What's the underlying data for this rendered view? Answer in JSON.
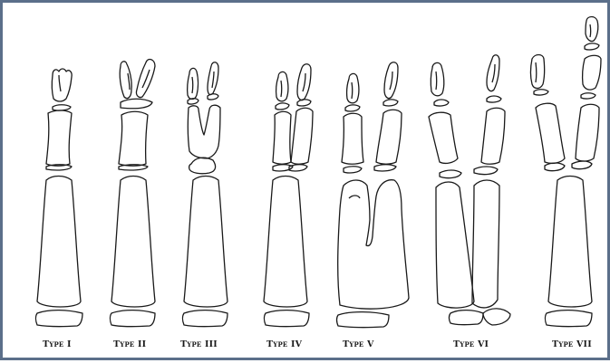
{
  "figure": {
    "labels": [
      "Type I",
      "Type II",
      "Type III",
      "Type IV",
      "Type V",
      "Type VI",
      "Type VII"
    ],
    "border_color": "#5b6f8a",
    "stroke_color": "#1a1a1a"
  }
}
